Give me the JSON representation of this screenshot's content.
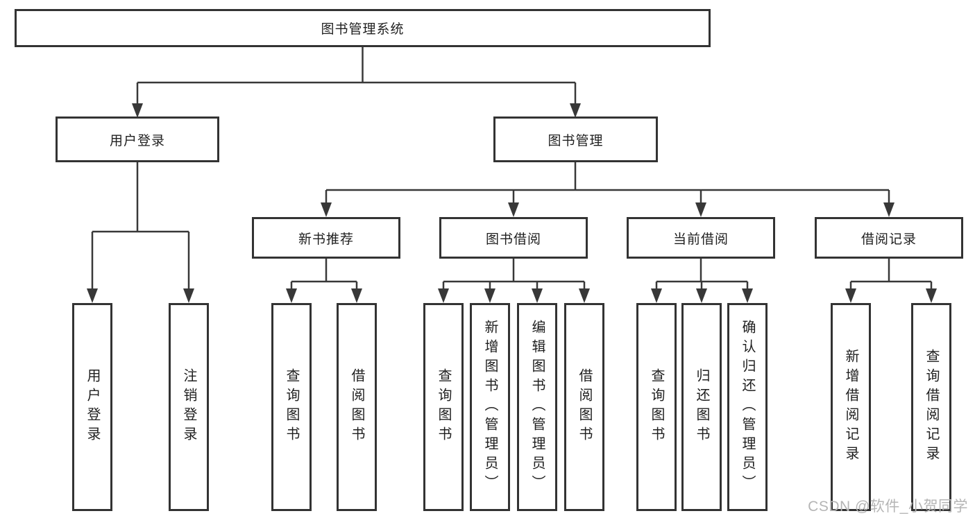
{
  "diagram_title": "图书管理系统",
  "tree": {
    "label": "图书管理系统",
    "children": [
      {
        "label": "用户登录",
        "children": [
          {
            "label": "用户登录"
          },
          {
            "label": "注销登录"
          }
        ]
      },
      {
        "label": "图书管理",
        "children": [
          {
            "label": "新书推荐",
            "children": [
              {
                "label": "查询图书"
              },
              {
                "label": "借阅图书"
              }
            ]
          },
          {
            "label": "图书借阅",
            "children": [
              {
                "label": "查询图书"
              },
              {
                "label": "新增图书（管理员）"
              },
              {
                "label": "编辑图书（管理员）"
              },
              {
                "label": "借阅图书"
              }
            ]
          },
          {
            "label": "当前借阅",
            "children": [
              {
                "label": "查询图书"
              },
              {
                "label": "归还图书"
              },
              {
                "label": "确认归还（管理员）"
              }
            ]
          },
          {
            "label": "借阅记录",
            "children": [
              {
                "label": "新增借阅记录"
              },
              {
                "label": "查询借阅记录"
              }
            ]
          }
        ]
      }
    ]
  },
  "watermark": "CSDN @软件_小贺同学",
  "colors": {
    "line": "#383838",
    "box_border": "#333333",
    "text": "#1f1f1f",
    "watermark": "#b5b5b5",
    "background": "#ffffff"
  }
}
